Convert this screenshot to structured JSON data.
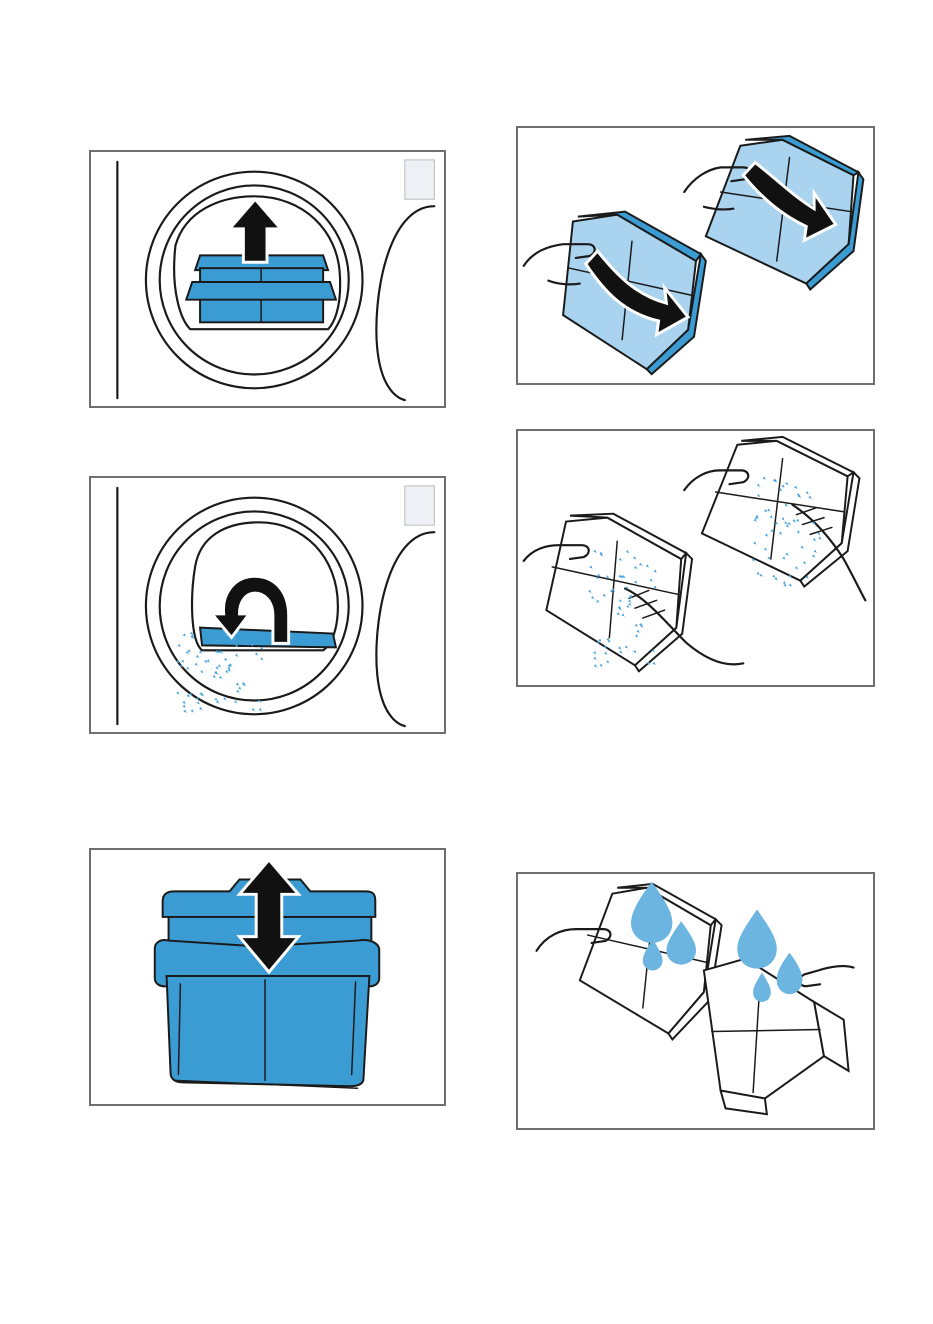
{
  "colors": {
    "filter_blue": "#3b9bd3",
    "filter_light_blue": "#a9d3ee",
    "lint_blue": "#4aa3dc",
    "water_drop": "#6bb5e0",
    "outline": "#1a1a1a",
    "panel_border": "#6f6f6f",
    "arrow": "#111111"
  },
  "illustrations": [
    {
      "id": "remove-fluff-filter",
      "icon": "arrow-up-icon"
    },
    {
      "id": "clean-door-lint",
      "icon": "curved-arrow-icon"
    },
    {
      "id": "separate-filter-parts",
      "icon": "double-arrow-icon"
    },
    {
      "id": "open-filters",
      "icon": "curved-arrow-icon"
    },
    {
      "id": "remove-fluff-by-hand",
      "icon": "lint-icon"
    },
    {
      "id": "rinse-filters",
      "icon": "water-drop-icon"
    }
  ]
}
